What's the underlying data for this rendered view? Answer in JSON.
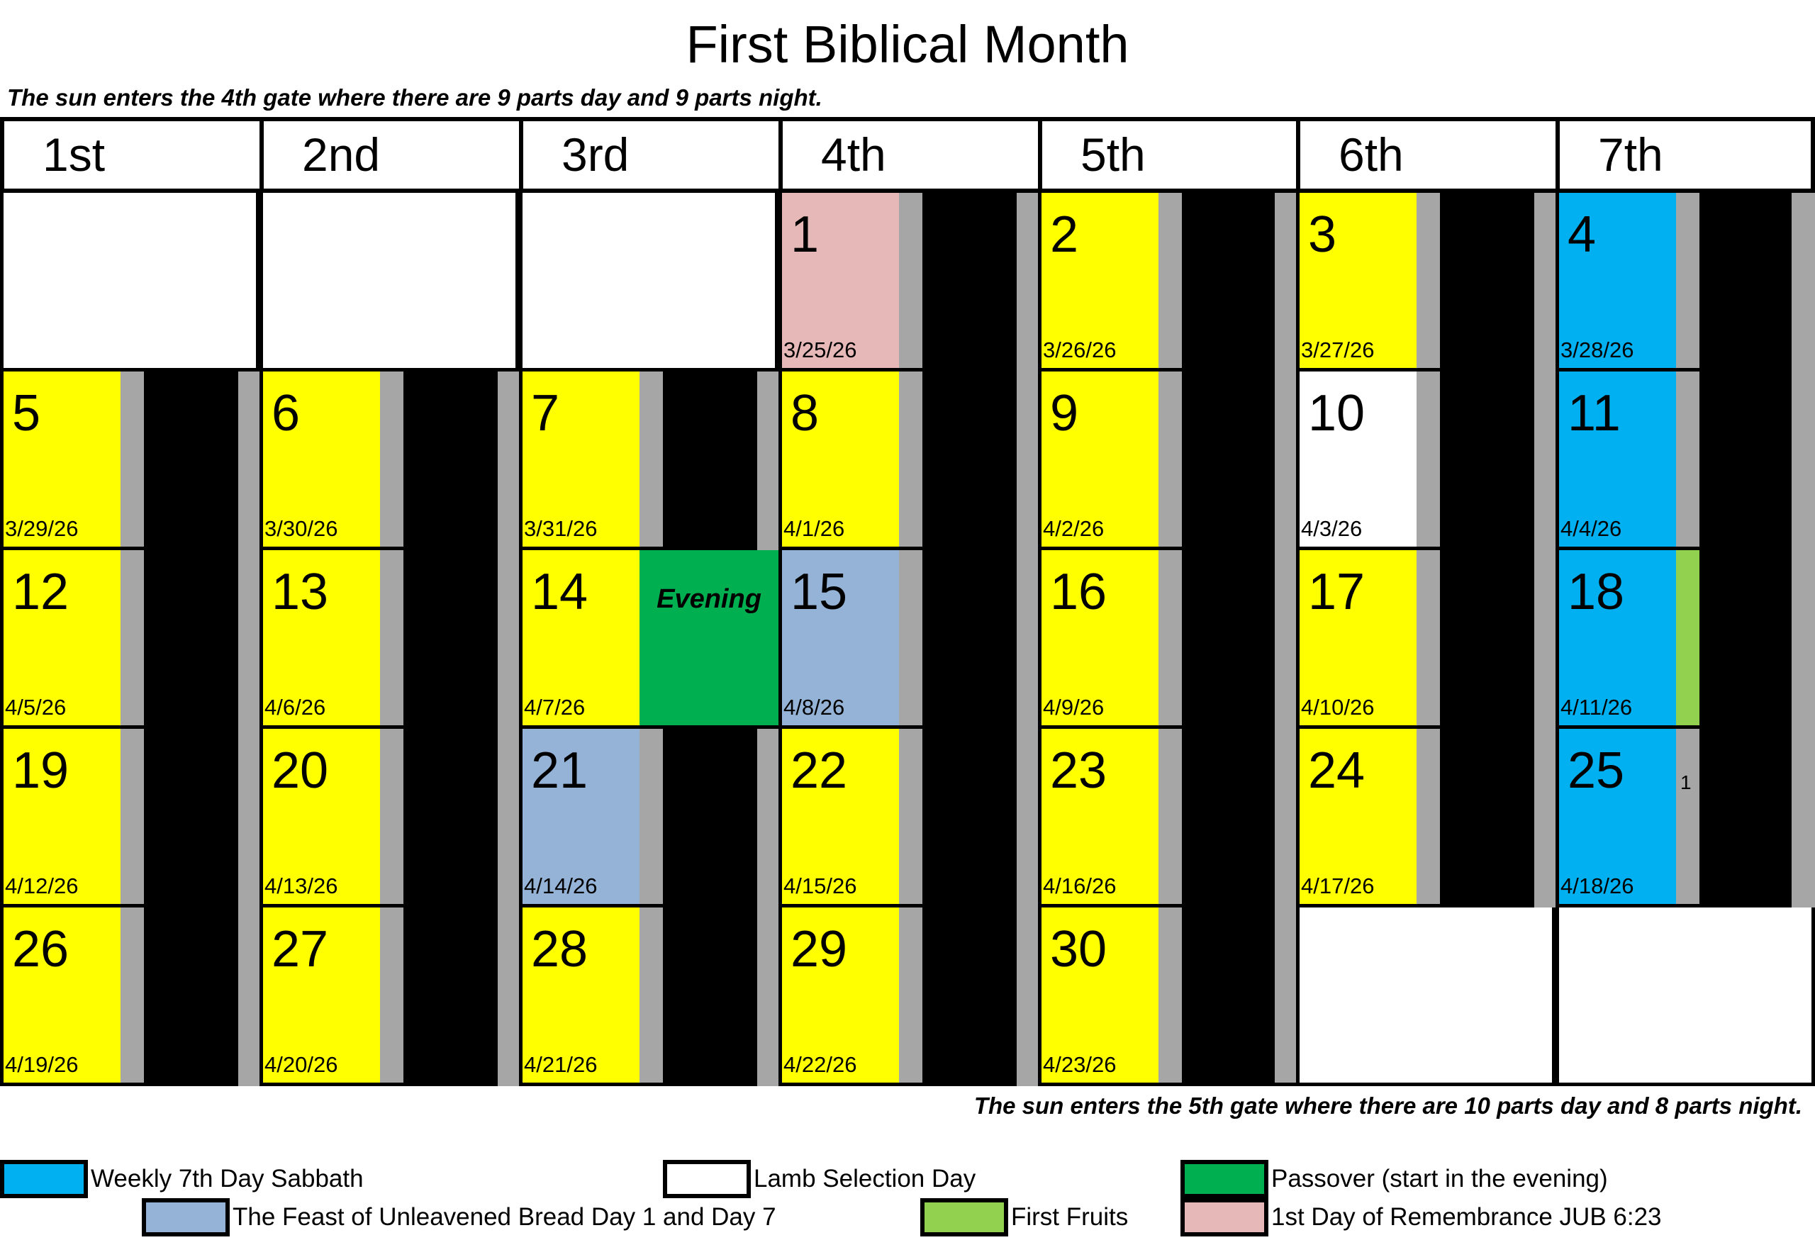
{
  "title": "First Biblical Month",
  "notes": {
    "top": "The sun enters the 4th gate where there are 9 parts day and 9 parts night.",
    "bottom": "The sun enters the 5th gate where there are 10 parts day and 8 parts night."
  },
  "colors": {
    "ordinary_day": "#ffff00",
    "sabbath": "#00b0f0",
    "unleavened_bread": "#95b3d7",
    "lamb_selection": "#ffffff",
    "first_fruits": "#92d050",
    "passover": "#00b050",
    "remembrance": "#e6b8b7",
    "twilight": "#a6a6a6",
    "night": "#000000"
  },
  "headers": [
    "1st",
    "2nd",
    "3rd",
    "4th",
    "5th",
    "6th",
    "7th"
  ],
  "weeks": [
    [
      {
        "empty": true
      },
      {
        "empty": true
      },
      {
        "empty": true
      },
      {
        "day": "1",
        "date": "3/25/26",
        "type": "remembrance"
      },
      {
        "day": "2",
        "date": "3/26/26",
        "type": "ordinary_day"
      },
      {
        "day": "3",
        "date": "3/27/26",
        "type": "ordinary_day"
      },
      {
        "day": "4",
        "date": "3/28/26",
        "type": "sabbath"
      }
    ],
    [
      {
        "day": "5",
        "date": "3/29/26",
        "type": "ordinary_day"
      },
      {
        "day": "6",
        "date": "3/30/26",
        "type": "ordinary_day"
      },
      {
        "day": "7",
        "date": "3/31/26",
        "type": "ordinary_day"
      },
      {
        "day": "8",
        "date": "4/1/26",
        "type": "ordinary_day"
      },
      {
        "day": "9",
        "date": "4/2/26",
        "type": "ordinary_day"
      },
      {
        "day": "10",
        "date": "4/3/26",
        "type": "lamb_selection"
      },
      {
        "day": "11",
        "date": "4/4/26",
        "type": "sabbath"
      }
    ],
    [
      {
        "day": "12",
        "date": "4/5/26",
        "type": "ordinary_day"
      },
      {
        "day": "13",
        "date": "4/6/26",
        "type": "ordinary_day"
      },
      {
        "day": "14",
        "date": "4/7/26",
        "type": "ordinary_day",
        "evening": "Evening"
      },
      {
        "day": "15",
        "date": "4/8/26",
        "type": "unleavened_bread"
      },
      {
        "day": "16",
        "date": "4/9/26",
        "type": "ordinary_day"
      },
      {
        "day": "17",
        "date": "4/10/26",
        "type": "ordinary_day"
      },
      {
        "day": "18",
        "date": "4/11/26",
        "type": "sabbath",
        "first_fruits": true
      }
    ],
    [
      {
        "day": "19",
        "date": "4/12/26",
        "type": "ordinary_day"
      },
      {
        "day": "20",
        "date": "4/13/26",
        "type": "ordinary_day"
      },
      {
        "day": "21",
        "date": "4/14/26",
        "type": "unleavened_bread"
      },
      {
        "day": "22",
        "date": "4/15/26",
        "type": "ordinary_day"
      },
      {
        "day": "23",
        "date": "4/16/26",
        "type": "ordinary_day"
      },
      {
        "day": "24",
        "date": "4/17/26",
        "type": "ordinary_day"
      },
      {
        "day": "25",
        "date": "4/18/26",
        "type": "sabbath",
        "mini": "1"
      }
    ],
    [
      {
        "day": "26",
        "date": "4/19/26",
        "type": "ordinary_day"
      },
      {
        "day": "27",
        "date": "4/20/26",
        "type": "ordinary_day"
      },
      {
        "day": "28",
        "date": "4/21/26",
        "type": "ordinary_day"
      },
      {
        "day": "29",
        "date": "4/22/26",
        "type": "ordinary_day"
      },
      {
        "day": "30",
        "date": "4/23/26",
        "type": "ordinary_day"
      },
      {
        "empty": true
      },
      {
        "empty": true
      }
    ]
  ],
  "legend": [
    {
      "label": "Weekly 7th Day Sabbath",
      "color": "#00b0f0"
    },
    {
      "label": "Lamb Selection Day",
      "color": "#ffffff"
    },
    {
      "label": "Passover (start in the evening)",
      "color": "#00b050"
    },
    {
      "label": "The Feast of Unleavened Bread Day 1 and Day 7",
      "color": "#95b3d7"
    },
    {
      "label": "First Fruits",
      "color": "#92d050"
    },
    {
      "label": "1st Day of Remembrance JUB 6:23",
      "color": "#e6b8b7"
    }
  ]
}
